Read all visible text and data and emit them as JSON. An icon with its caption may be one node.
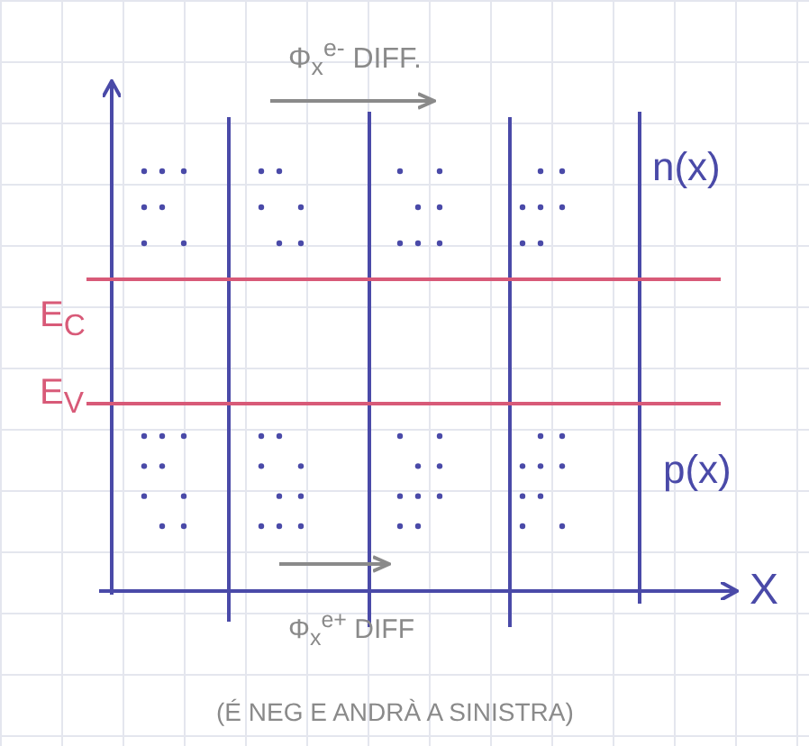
{
  "diagram": {
    "labels": [
      "Φ$_{x}$$^{e-}$ DIFF.",
      "E$_{C}$",
      "E$_{V}$",
      "n(x)",
      "p(x)",
      "X",
      "Φ$_{x}$$^{e+}$ DIFF",
      "(É NEG E ANDRÀ A SINISTRA)"
    ]
  }
}
